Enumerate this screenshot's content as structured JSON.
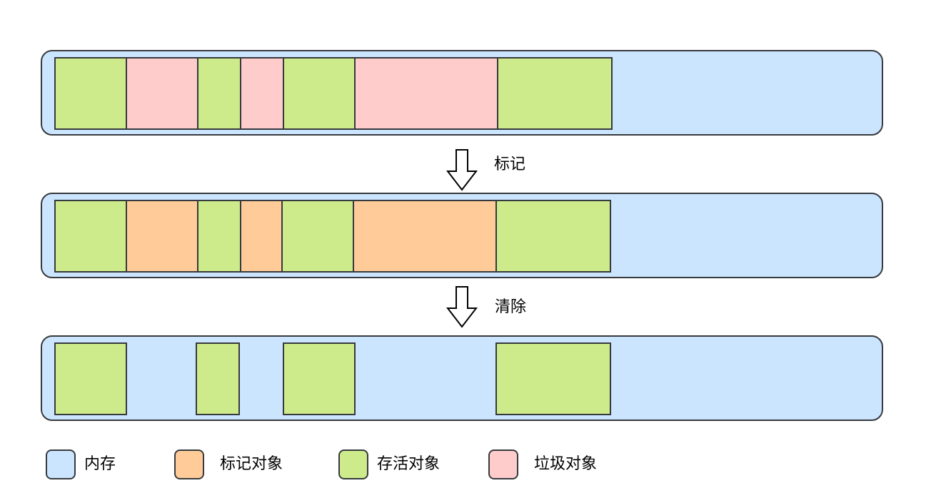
{
  "steps": {
    "mark_label": "标记",
    "sweep_label": "清除"
  },
  "legend": {
    "memory": "内存",
    "marked_object": "标记对象",
    "live_object": "存活对象",
    "garbage_object": "垃圾对象"
  },
  "colors": {
    "memory": "#cce5ff",
    "marked_object": "#ffcc99",
    "live_object": "#cdeb8b",
    "garbage_object": "#ffcccc",
    "stroke": "#36393d"
  }
}
